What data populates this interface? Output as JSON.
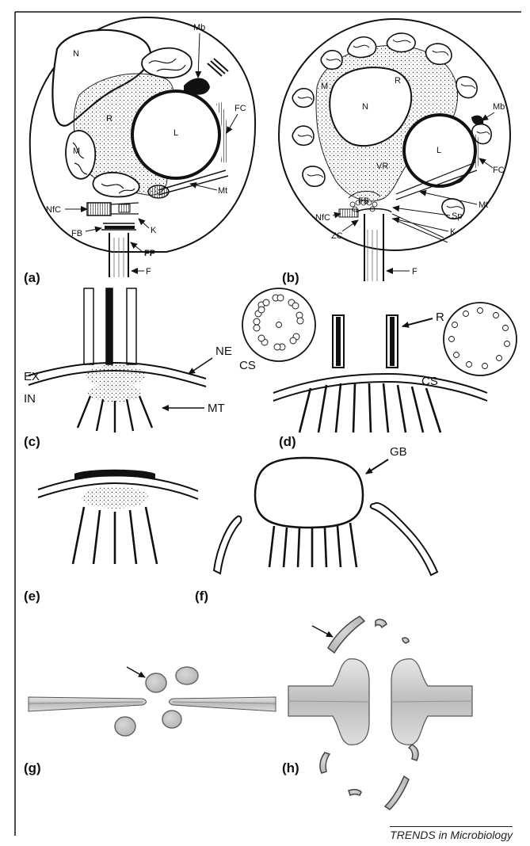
{
  "panels": {
    "a": {
      "label": "(a)",
      "labels": {
        "N": "N",
        "R": "R",
        "L": "L",
        "M": "M",
        "Mb": "Mb",
        "FC": "FC",
        "Mt": "Mt",
        "NfC": "NfC",
        "K": "K",
        "FB": "FB",
        "FP": "FP",
        "F": "F"
      }
    },
    "b": {
      "label": "(b)",
      "labels": {
        "M": "M",
        "R": "R",
        "N": "N",
        "L": "L",
        "VR": "VR",
        "Mb": "Mb",
        "FC": "FC",
        "Mt": "Mt",
        "NfC": "NfC",
        "FB": "FB",
        "Sp": "Sp",
        "ZC": "ZC",
        "K": "K",
        "F": "F"
      }
    },
    "c": {
      "label": "(c)",
      "labels": {
        "EX": "EX",
        "IN": "IN",
        "NE": "NE",
        "MT": "MT"
      }
    },
    "d": {
      "label": "(d)",
      "labels": {
        "CS1": "CS",
        "CS2": "CS",
        "R": "R"
      }
    },
    "e": {
      "label": "(e)"
    },
    "f": {
      "label": "(f)",
      "labels": {
        "GB": "GB"
      }
    },
    "g": {
      "label": "(g)"
    },
    "h": {
      "label": "(h)"
    }
  },
  "footer": "TRENDS in Microbiology",
  "colors": {
    "ink": "#111111",
    "grey_fill": "#c8c8c8",
    "stipple": "#555555"
  }
}
